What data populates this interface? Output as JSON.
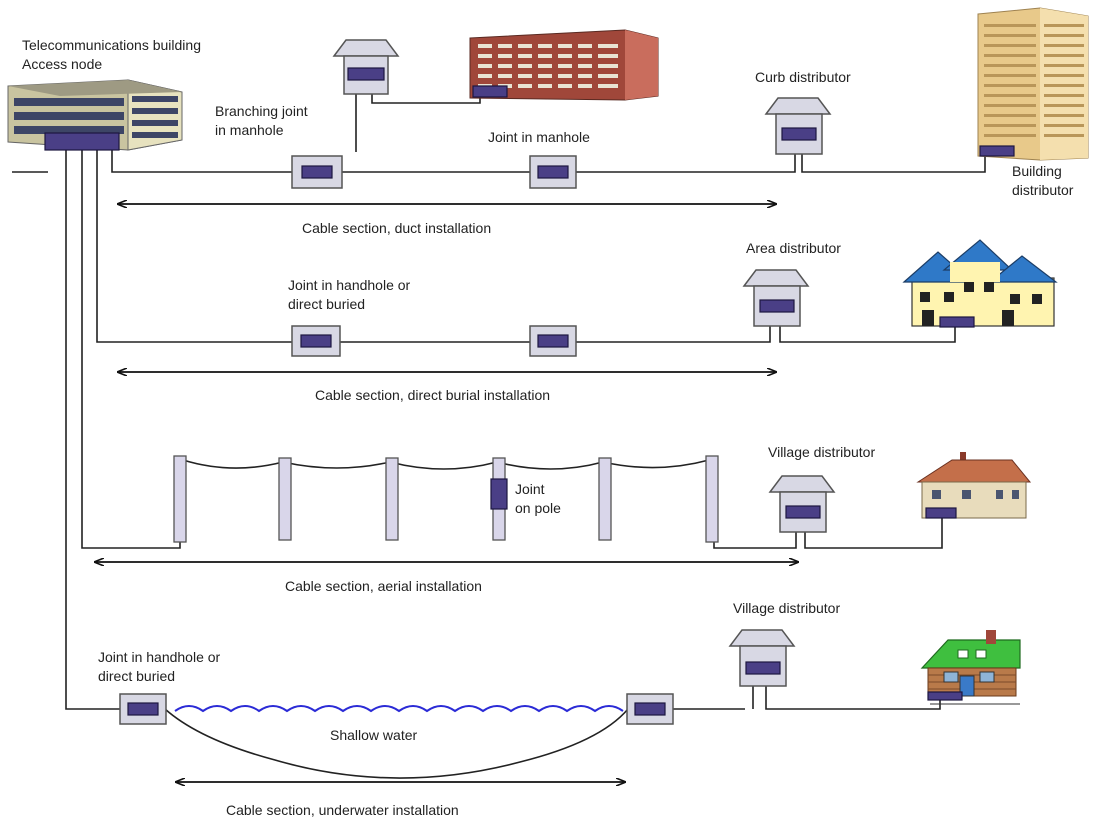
{
  "labels": {
    "telecom_building": [
      "Telecommunications building",
      "Access node"
    ],
    "branching_joint": [
      "Branching joint",
      "in manhole"
    ],
    "joint_in_manhole": [
      "Joint in manhole"
    ],
    "curb_distributor": [
      "Curb distributor"
    ],
    "building_distributor": [
      "Building",
      "distributor"
    ],
    "cable_duct": [
      "Cable section, duct installation"
    ],
    "area_distributor": [
      "Area distributor"
    ],
    "joint_handhole_1": [
      "Joint in handhole or",
      "direct buried"
    ],
    "cable_direct_burial": [
      "Cable section, direct burial installation"
    ],
    "village_distributor_1": [
      "Village distributor"
    ],
    "joint_on_pole": [
      "Joint",
      "on pole"
    ],
    "cable_aerial": [
      "Cable section, aerial installation"
    ],
    "village_distributor_2": [
      "Village distributor"
    ],
    "joint_handhole_2": [
      "Joint in handhole or",
      "direct buried"
    ],
    "shallow_water": [
      "Shallow water"
    ],
    "cable_underwater": [
      "Cable section, underwater installation"
    ]
  },
  "icons": [
    "office-building-icon",
    "apartment-block-icon",
    "highrise-tower-icon",
    "row-houses-icon",
    "village-house-icon",
    "log-cabin-icon",
    "distributor-cabinet-icon",
    "cable-joint-icon",
    "utility-pole-icon",
    "water-waves-icon"
  ],
  "colors": {
    "joint": "#4a3f86",
    "cabinet": "#d8d8e4",
    "water": "#2b2bd6",
    "brick": "#a0473a",
    "tower": "#e8c98a",
    "house_roof_blue": "#2f79c8",
    "house_wall_yellow": "#fff4b0",
    "cabin_roof_green": "#3fbf3f"
  }
}
